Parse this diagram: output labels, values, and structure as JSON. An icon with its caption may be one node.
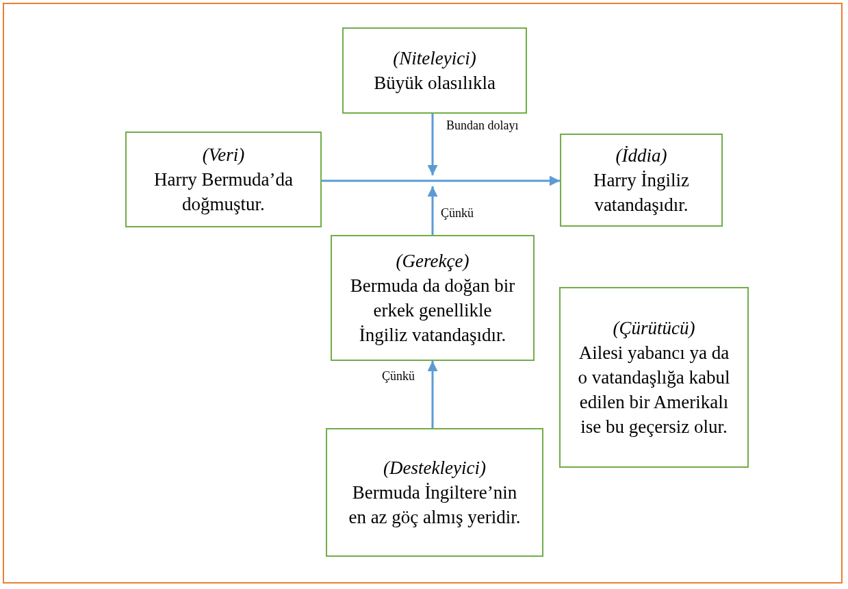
{
  "diagram": {
    "nodes": [
      {
        "text": [
          "(Niteleyici)",
          "Büyük olasılıkla"
        ]
      },
      {
        "text": [
          "(Veri)",
          "Harry Bermuda’da doğmuştur."
        ]
      },
      {
        "text": [
          "(İddia)",
          "Harry İngiliz vatandaşıdır."
        ]
      },
      {
        "text": [
          "(Gerekçe)",
          "Bermuda da doğan bir erkek genellikle İngiliz vatandaşıdır."
        ]
      },
      {
        "text": [
          "(Çürütücü)",
          "Ailesi yabancı ya da o vatandaşlığa kabul edilen bir Amerikalı ise bu geçersiz olur."
        ]
      },
      {
        "text": [
          "(Destekleyici)",
          "Bermuda İngiltere’nin en az göç almış yeridir."
        ]
      }
    ],
    "edges": [
      {
        "from": 1,
        "to": 2,
        "arrow": "to"
      },
      {
        "from": 0,
        "to": null,
        "arrow": "to",
        "label": "Bundan dolayı"
      },
      {
        "from": 3,
        "to": null,
        "arrow": "to",
        "label": "Çünkü"
      },
      {
        "from": 5,
        "to": 3,
        "arrow": "to",
        "label": "Çünkü"
      }
    ]
  }
}
